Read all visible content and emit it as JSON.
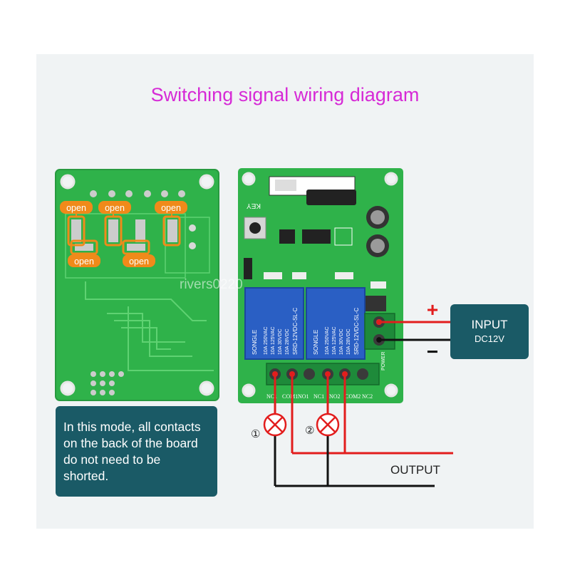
{
  "title": "Switching signal wiring diagram",
  "back_board": {
    "open_labels": [
      "open",
      "open",
      "open",
      "open",
      "open"
    ]
  },
  "front_board": {
    "key_label": "KEY",
    "relay_1": {
      "brand": "SONGLE",
      "model": "SRD-12VDC-SL-C",
      "ratings": [
        "10A 250VAC",
        "10A 125VAC",
        "10A 30VDC",
        "10A 28VDC"
      ]
    },
    "relay_2": {
      "brand": "SONGLE",
      "model": "SRD-12VDC-SL-C",
      "ratings": [
        "10A 250VAC",
        "10A 125VAC",
        "10A 30VDC",
        "10A 28VDC"
      ]
    },
    "power_label": "POWER",
    "terminals": [
      "NC1",
      "COM1",
      "NO1",
      "NC1",
      "NO2",
      "COM2",
      "NC2"
    ]
  },
  "input": {
    "title": "INPUT",
    "subtitle": "DC12V",
    "plus": "+",
    "minus": "−"
  },
  "output_label": "OUTPUT",
  "loads": [
    "①",
    "②"
  ],
  "note": "In this mode, all contacts on the back of the board do not need to be shorted.",
  "watermark": "rivers0220",
  "colors": {
    "title": "#d62ad6",
    "board_green": "#2fb24a",
    "label_orange": "#f08a1a",
    "box_teal": "#1a5a66",
    "wire_red": "#e21d1d",
    "wire_black": "#111111",
    "relay_blue": "#2a5fc4"
  }
}
